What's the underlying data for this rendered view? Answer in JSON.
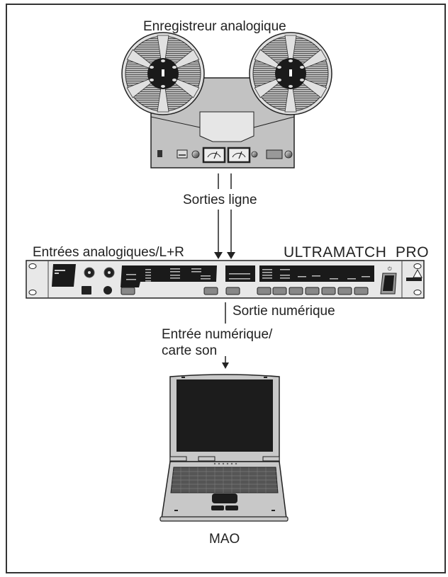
{
  "diagram": {
    "title": "Enregistreur analogique",
    "labels": {
      "line_outputs": "Sorties ligne",
      "analog_inputs": "Entrées analogiques/L+R",
      "device_name": "ULTRAMATCH  PRO",
      "digital_output": "Sortie numérique",
      "digital_input_line1": "Entrée numérique/",
      "digital_input_line2": "carte son",
      "computer": "MAO"
    },
    "nodes": [
      {
        "id": "tape-recorder",
        "label": "Enregistreur analogique"
      },
      {
        "id": "ultramatch-pro",
        "label": "ULTRAMATCH PRO"
      },
      {
        "id": "laptop",
        "label": "MAO"
      }
    ],
    "edges": [
      {
        "from": "tape-recorder",
        "to": "ultramatch-pro",
        "label": "Sorties ligne",
        "count": 2,
        "target_port": "Entrées analogiques/L+R"
      },
      {
        "from": "ultramatch-pro",
        "to": "laptop",
        "label": "Sortie numérique",
        "target_port": "Entrée numérique/carte son"
      }
    ],
    "colors": {
      "stroke": "#222222",
      "device_body": "#d4d4d4",
      "panel_dark": "#1a1a1a",
      "reel_gray": "#9a9a9a",
      "laptop_screen": "#1c1c1c",
      "laptop_body": "#c8c8c8"
    }
  }
}
